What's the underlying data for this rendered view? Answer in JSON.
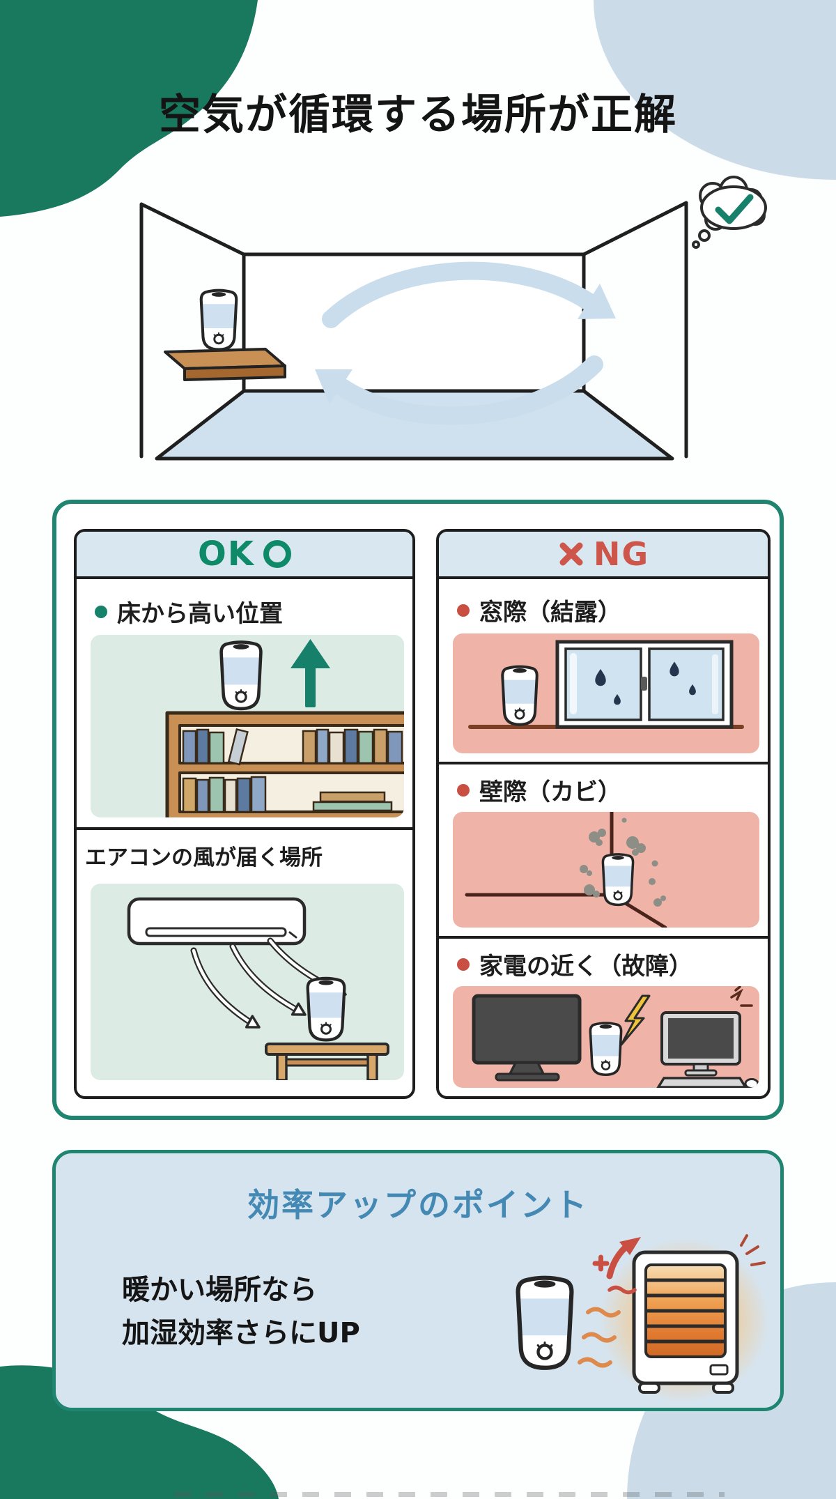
{
  "title": "空気が循環する場所が正解",
  "comparison": {
    "ok_column": {
      "header_text": "OK",
      "circle_symbol": "〇",
      "items": [
        {
          "label": "床から高い位置"
        },
        {
          "label": "エアコンの風が届く場所"
        }
      ]
    },
    "ng_column": {
      "cross_symbol": "✕",
      "header_text": "NG",
      "items": [
        {
          "label": "窓際（結露）"
        },
        {
          "label": "壁際（カビ）"
        },
        {
          "label": "家電の近く（故障）"
        }
      ]
    }
  },
  "tips": {
    "title": "効率アップのポイント",
    "text_line1": "暖かい場所なら",
    "text_line2": "加湿効率さらにUP"
  },
  "colors": {
    "accent_teal": "#1f8470",
    "ok_green": "#0f8a68",
    "ng_red": "#cd5549",
    "column_header_bg": "#d9e7f1",
    "ok_panel_bg": "#dcebe3",
    "ng_panel_bg": "#efb4a7",
    "tips_bg": "#d6e4ef",
    "tips_title_blue": "#4489b4",
    "circulation_arrow_blue": "#c9ddec",
    "decor_green": "#19795f",
    "decor_blue": "#cbdce8"
  }
}
